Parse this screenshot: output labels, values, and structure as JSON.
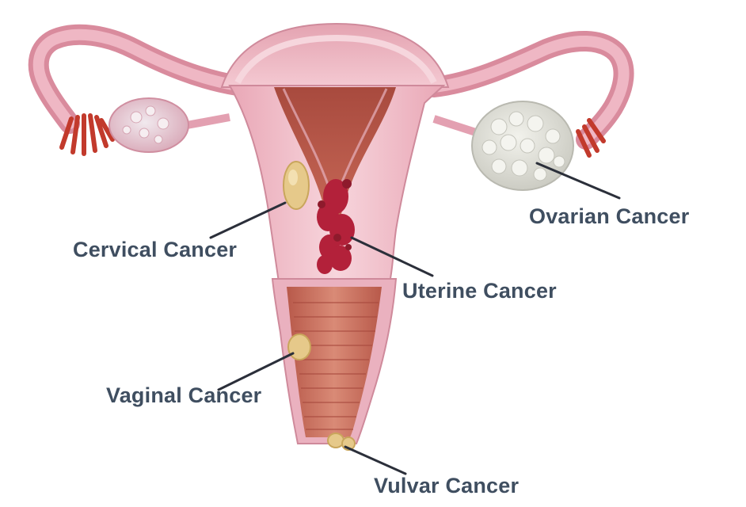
{
  "labels": {
    "cervical": "Cervical Cancer",
    "ovarian": "Ovarian Cancer",
    "uterine": "Uterine Cancer",
    "vaginal": "Vaginal Cancer",
    "vulvar": "Vulvar Cancer"
  },
  "colors": {
    "label_text": "#3f4e60",
    "leader_line": "#2b2f3a",
    "tissue_pink": "#e8a9b8",
    "tissue_light": "#f6d2da",
    "uterine_lining": "#b6574c",
    "vaginal_canal": "#c96e5e",
    "fimbriae": "#c23a2c",
    "tumor_red": "#b3213a",
    "ovary_tumor": "#dcdcd6",
    "lesion_yellow": "#e6c98a"
  },
  "icons": {
    "figure": "female-reproductive-anatomy"
  }
}
